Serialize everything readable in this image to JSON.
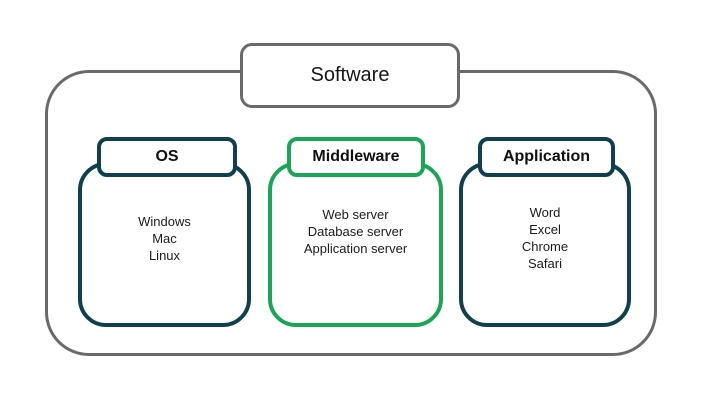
{
  "diagram": {
    "title": "Software",
    "groups": [
      {
        "label": "OS",
        "items": [
          "Windows",
          "Mac",
          "Linux"
        ],
        "accent_color": "#103f4d"
      },
      {
        "label": "Middleware",
        "items": [
          "Web server",
          "Database server",
          "Application server"
        ],
        "accent_color": "#19a757"
      },
      {
        "label": "Application",
        "items": [
          "Word",
          "Excel",
          "Chrome",
          "Safari"
        ],
        "accent_color": "#103f4d"
      }
    ],
    "colors": {
      "outline_gray": "#6a6a6a",
      "dark_teal": "#103f4d",
      "green": "#19a757",
      "text": "#1b1b1b"
    }
  }
}
